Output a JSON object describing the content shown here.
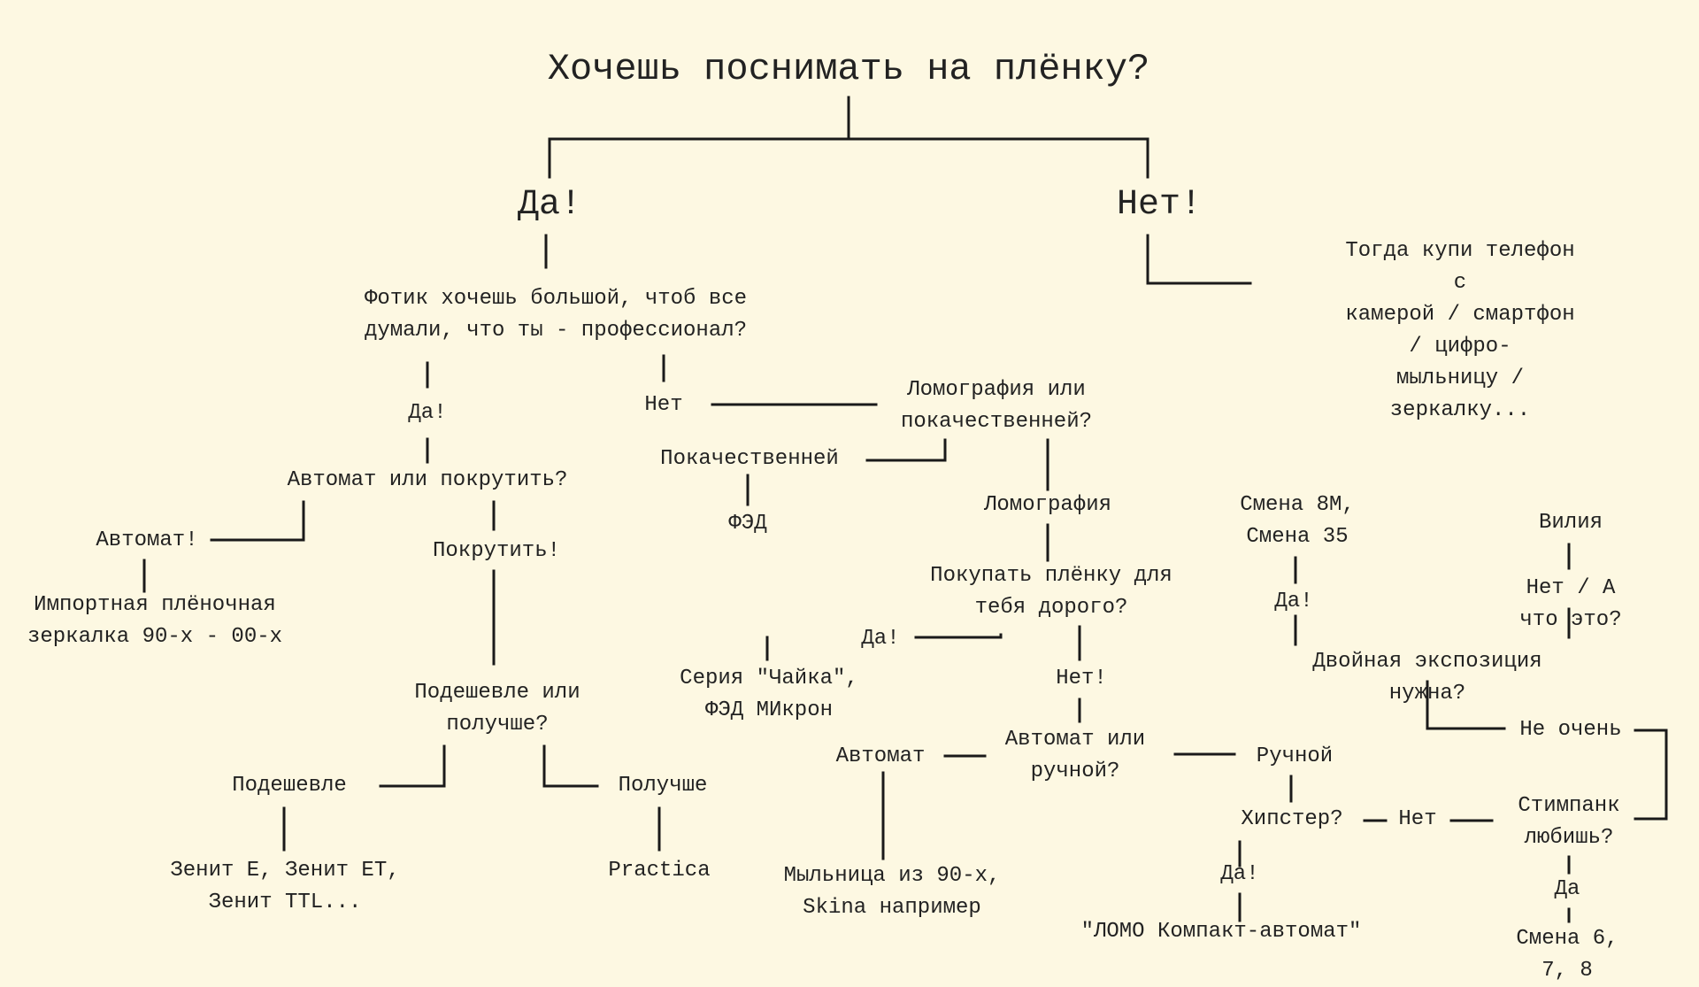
{
  "nodes": {
    "title": "Хочешь поснимать на плёнку?",
    "yes_main": "Да!",
    "no_main": "Нет!",
    "phone": "Тогда купи телефон с\nкамерой / смартфон / цифро-\nмыльницу / зеркалку...",
    "big_camera": "Фотик хочешь большой, чтоб все\nдумали, что ты - профессионал?",
    "yes_pro": "Да!",
    "no_pro": "Нет",
    "lomo_or_quality": "Ломография или\nпокачественней?",
    "auto_or_wind": "Автомат или покрутить?",
    "better_quality": "Покачественней",
    "fed": "ФЭД",
    "automat_excl": "Автомат!",
    "wind_excl": "Покрутить!",
    "import_slr": "Импортная плёночная\nзеркалка 90-х - 00-х",
    "lomography": "Ломография",
    "smena_8m": "Смена 8М,\nСмена 35",
    "vilia": "Вилия",
    "film_expensive": "Покупать плёнку для\nтебя дорого?",
    "yes_smena": "Да!",
    "no_what": "Нет / А что это?",
    "yes_film": "Да!",
    "chaika": "Серия \"Чайка\",\nФЭД МИкрон",
    "double_exposure": "Двойная экспозиция нужна?",
    "cheaper_or_better": "Подешевле или\nполучше?",
    "no_film": "Нет!",
    "not_really": "Не очень",
    "automat": "Автомат",
    "auto_or_manual": "Автомат или\nручной?",
    "manual": "Ручной",
    "cheaper": "Подешевле",
    "better": "Получше",
    "hipster": "Хипстер?",
    "no_hipster": "Нет",
    "steampunk": "Стимпанк\nлюбишь?",
    "zenit": "Зенит Е, Зенит ЕТ,\nЗенит TTL...",
    "practica": "Practica",
    "soapbox": "Мыльница из 90-х,\nSkina например",
    "yes_hipster": "Да!",
    "yes_steampunk": "Да",
    "lomo_compact": "\"ЛОМО Компакт-автомат\"",
    "smena_678": "Смена 6, 7, 8"
  },
  "colors": {
    "background": "#fdf8e2",
    "text": "#222222",
    "lines": "#1a1a1a"
  }
}
